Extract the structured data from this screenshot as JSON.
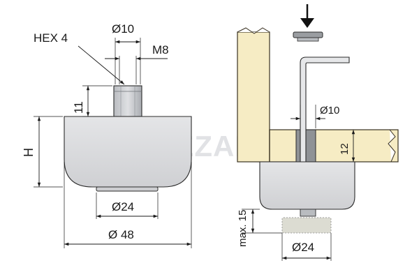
{
  "watermark": {
    "brand": "BEZANEX",
    "logo_icon": "cube-logo-icon",
    "color": "#c9ccd0"
  },
  "colors": {
    "wood": "#f6ecc4",
    "wood_edge": "#3a3222",
    "foot_grey": "#d9dadc",
    "dark_part": "#8f9296",
    "line": "#1a1a1a",
    "arrow": "#111111"
  },
  "left_view": {
    "hex_label": "HEX 4",
    "thread_dia_label": "Ø10",
    "thread_label": "M8",
    "stud_height_label": "11",
    "height_label": "H",
    "base_dia_label": "Ø24",
    "outer_dia_label": "Ø 48"
  },
  "right_view": {
    "insert_arrow_icon": "arrow-down-icon",
    "hole_dia_label": "Ø10",
    "panel_thickness_label": "12",
    "adjust_label": "max. 15",
    "base_dia_label": "Ø24"
  }
}
